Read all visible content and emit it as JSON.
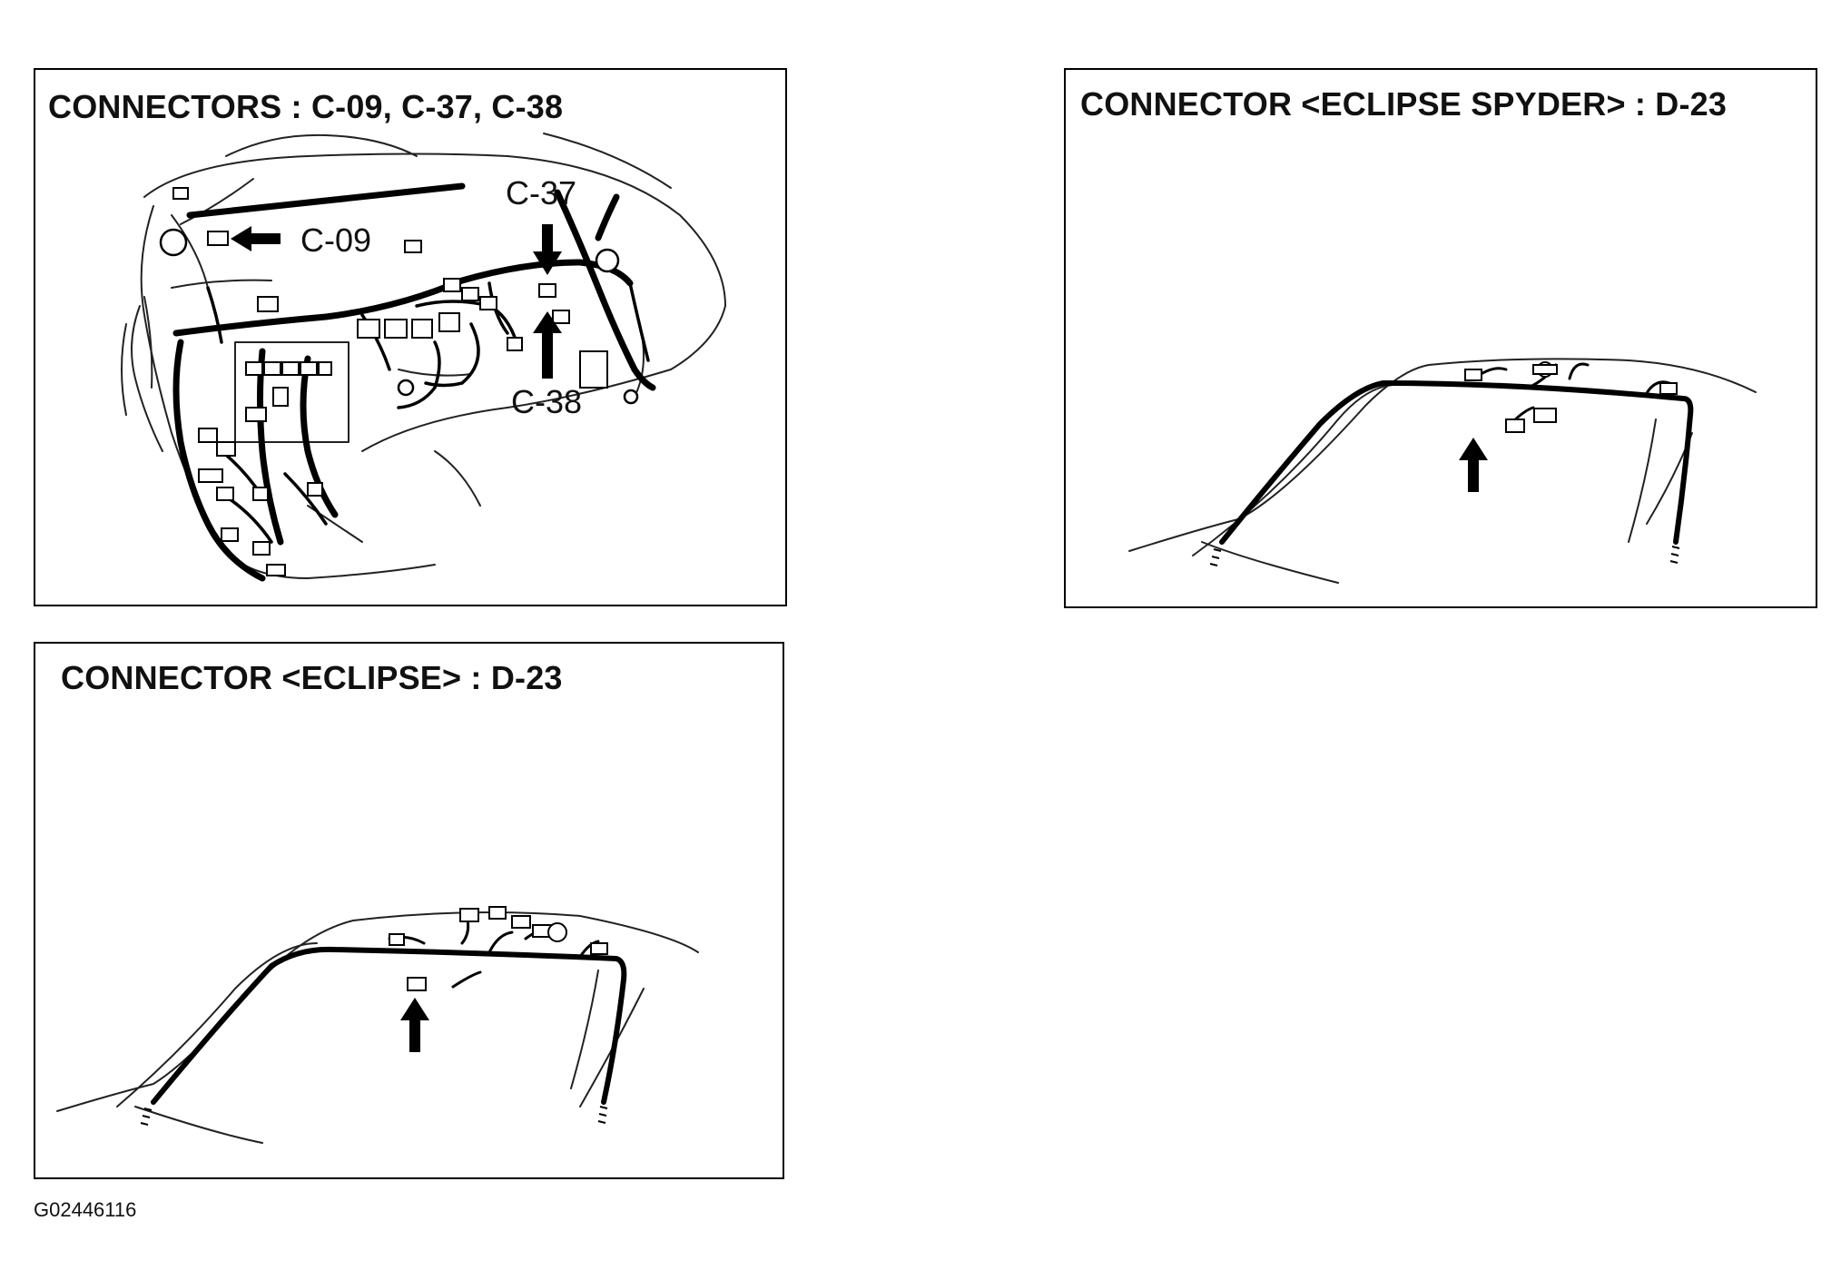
{
  "panels": {
    "dash": {
      "title": "CONNECTORS : C-09, C-37, C-38",
      "callouts": {
        "c09": "C-09",
        "c37": "C-37",
        "c38": "C-38"
      }
    },
    "spyder": {
      "title": "CONNECTOR <ECLIPSE SPYDER> : D-23"
    },
    "eclipse": {
      "title": "CONNECTOR <ECLIPSE> : D-23"
    }
  },
  "figure_code": "G02446116",
  "colors": {
    "line": "#000000",
    "background": "#ffffff"
  }
}
